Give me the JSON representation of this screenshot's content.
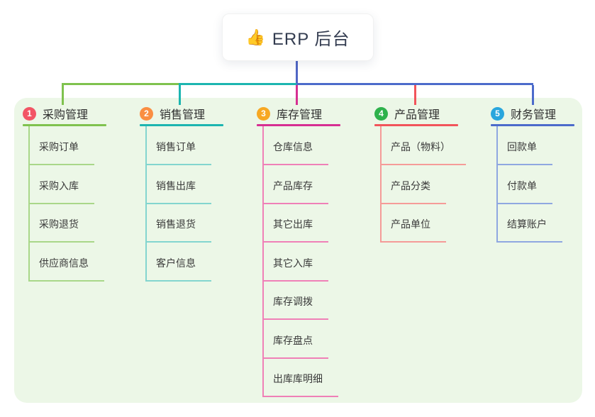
{
  "root": {
    "icon": "👍",
    "title": "ERP 后台"
  },
  "connector_colors": {
    "root_line": "#5066c5"
  },
  "panel_color": "#ecf7e7",
  "branches": [
    {
      "number": "1",
      "title": "采购管理",
      "badge_color": "#f25565",
      "line_color": "#7fc24e",
      "sub_line_color": "#a9d789",
      "items": [
        "采购订单",
        "采购入库",
        "采购退货",
        "供应商信息"
      ]
    },
    {
      "number": "2",
      "title": "销售管理",
      "badge_color": "#fa8e42",
      "line_color": "#1cb5b0",
      "sub_line_color": "#83d5cf",
      "items": [
        "销售订单",
        "销售出库",
        "销售退货",
        "客户信息"
      ]
    },
    {
      "number": "3",
      "title": "库存管理",
      "badge_color": "#f7a823",
      "line_color": "#d62f92",
      "sub_line_color": "#ef80b7",
      "items": [
        "仓库信息",
        "产品库存",
        "其它出库",
        "其它入库",
        "库存调拨",
        "库存盘点",
        "出库库明细"
      ]
    },
    {
      "number": "4",
      "title": "产品管理",
      "badge_color": "#2eb24c",
      "line_color": "#f2545b",
      "sub_line_color": "#f59b98",
      "items": [
        "产品（物料）",
        "产品分类",
        "产品单位"
      ]
    },
    {
      "number": "5",
      "title": "财务管理",
      "badge_color": "#29a6dd",
      "line_color": "#4c6bcb",
      "sub_line_color": "#8fa7e0",
      "items": [
        "回款单",
        "付款单",
        "结算账户"
      ]
    }
  ]
}
